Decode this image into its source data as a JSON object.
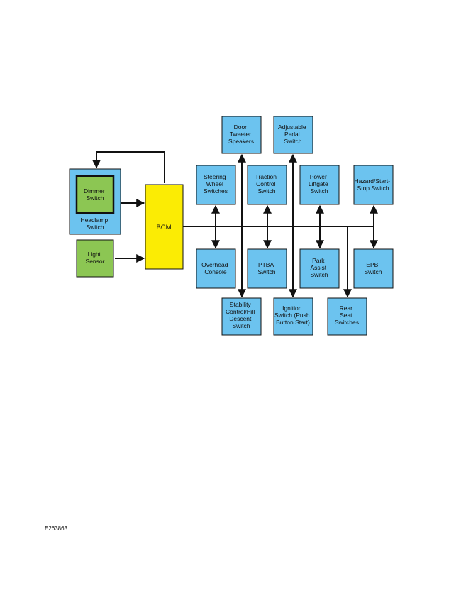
{
  "reference_code": "E263863",
  "colors": {
    "module_fill": "#6cc3ef",
    "sensor_fill": "#8cc653",
    "bcm_fill": "#fbec04",
    "line": "#111111"
  },
  "nodes": {
    "dimmer": [
      "Dimmer",
      "Switch"
    ],
    "headlamp": [
      "Headlamp",
      "Switch"
    ],
    "light_sensor": [
      "Light",
      "Sensor"
    ],
    "bcm": [
      "BCM"
    ],
    "door_tweeter": [
      "Door",
      "Tweeter",
      "Speakers"
    ],
    "adjustable_pedal": [
      "Adjustable",
      "Pedal",
      "Switch"
    ],
    "steering_wheel": [
      "Steering",
      "Wheel",
      "Switches"
    ],
    "traction_control": [
      "Traction",
      "Control",
      "Switch"
    ],
    "power_liftgate": [
      "Power",
      "Liftgate",
      "Switch"
    ],
    "hazard": [
      "Hazard/Start-",
      "Stop Switch"
    ],
    "overhead_console": [
      "Overhead",
      "Console"
    ],
    "ptba": [
      "PTBA",
      "Switch"
    ],
    "park_assist": [
      "Park",
      "Assist",
      "Switch"
    ],
    "epb": [
      "EPB",
      "Switch"
    ],
    "stability_control": [
      "Stability",
      "Control/Hill",
      "Descent",
      "Switch"
    ],
    "ignition_switch": [
      "Ignition",
      "Switch (Push",
      "Button Start)"
    ],
    "rear_seat": [
      "Rear",
      "Seat",
      "Switches"
    ]
  }
}
